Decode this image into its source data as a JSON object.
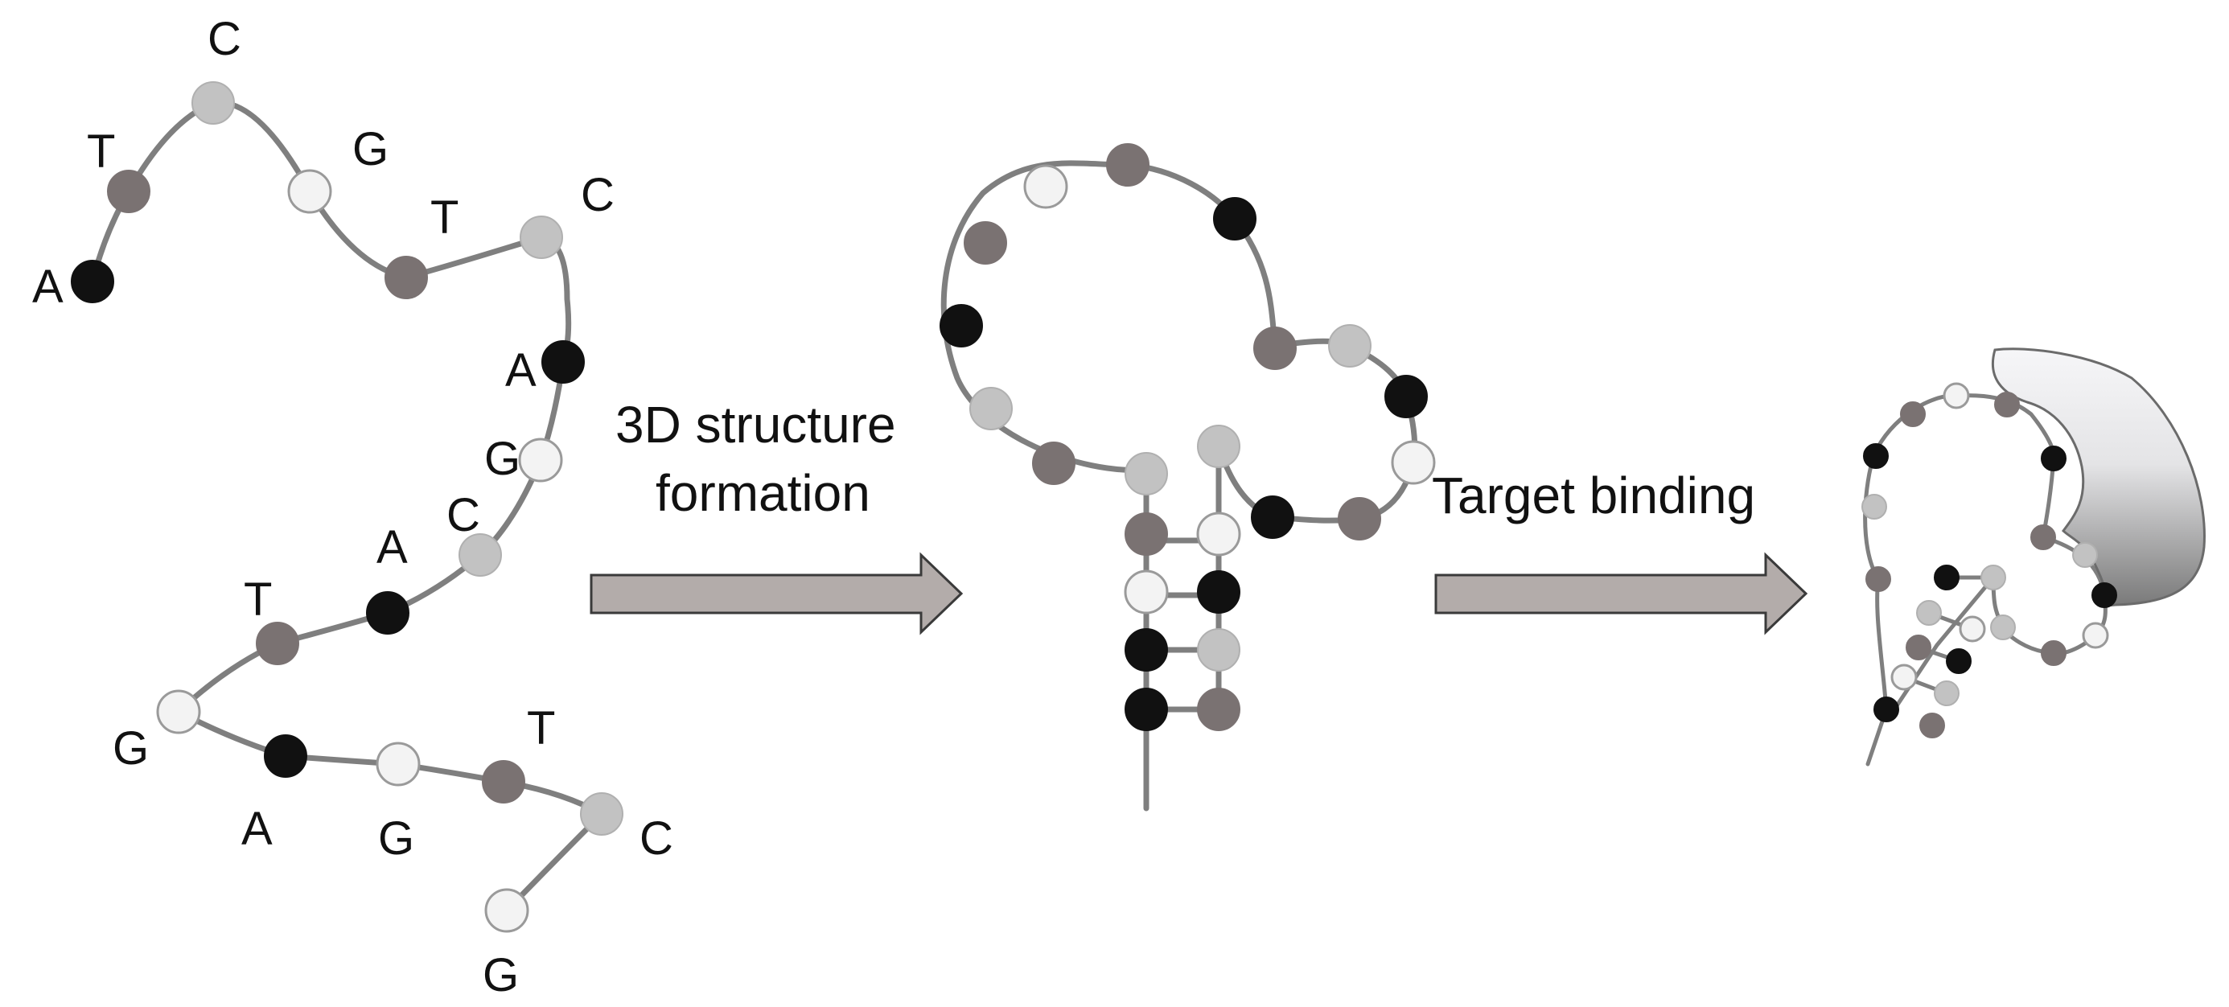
{
  "colors": {
    "A": "#111111",
    "T": "#7a7272",
    "C": "#c2c2c2",
    "G": "#f3f3f3",
    "strand": "#7f7f7f",
    "arrow": "#b3acaa",
    "target": "#e2e2e2"
  },
  "sequence": {
    "bases": [
      "A",
      "T",
      "C",
      "G",
      "T",
      "C",
      "A",
      "G",
      "C",
      "A",
      "T",
      "G",
      "A",
      "G",
      "T",
      "C",
      "G"
    ]
  },
  "steps": {
    "step1_line1": "3D structure",
    "step1_line2": "formation",
    "step2": "Target binding"
  },
  "stages": [
    "linear-sequence",
    "folded-aptamer",
    "aptamer-target-complex"
  ]
}
